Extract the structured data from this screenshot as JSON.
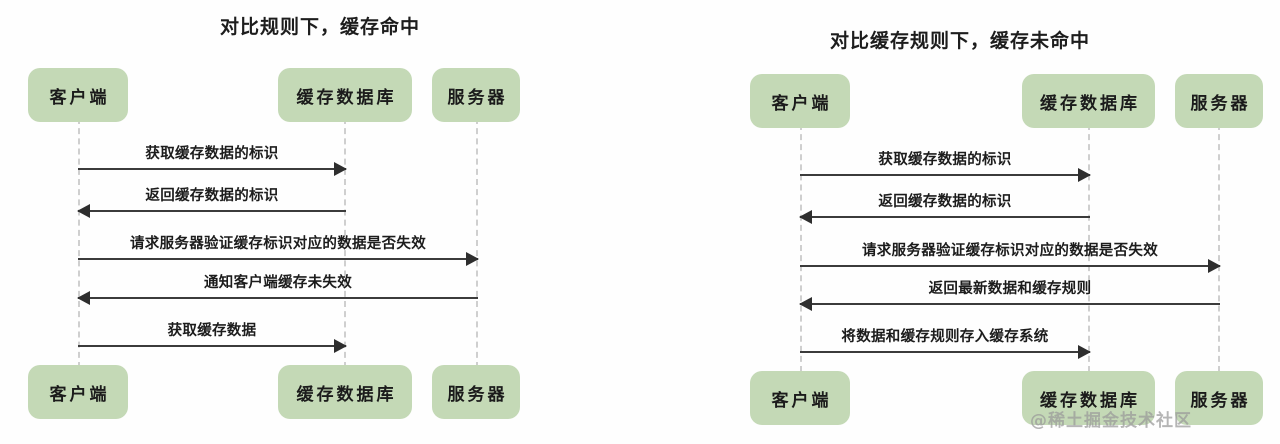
{
  "diagrams": [
    {
      "id": "cache-hit",
      "title": "对比规则下，缓存命中",
      "actors": [
        {
          "key": "client",
          "label": "客户端"
        },
        {
          "key": "cachedb",
          "label": "缓存数据库"
        },
        {
          "key": "server",
          "label": "服务器"
        }
      ],
      "messages": [
        {
          "label": "获取缓存数据的标识",
          "from": "client",
          "to": "cachedb",
          "direction": "to-right"
        },
        {
          "label": "返回缓存数据的标识",
          "from": "cachedb",
          "to": "client",
          "direction": "to-left"
        },
        {
          "label": "请求服务器验证缓存标识对应的数据是否失效",
          "from": "client",
          "to": "server",
          "direction": "to-right"
        },
        {
          "label": "通知客户端缓存未失效",
          "from": "server",
          "to": "client",
          "direction": "to-left"
        },
        {
          "label": "获取缓存数据",
          "from": "client",
          "to": "cachedb",
          "direction": "to-right"
        }
      ]
    },
    {
      "id": "cache-miss",
      "title": "对比缓存规则下，缓存未命中",
      "actors": [
        {
          "key": "client",
          "label": "客户端"
        },
        {
          "key": "cachedb",
          "label": "缓存数据库"
        },
        {
          "key": "server",
          "label": "服务器"
        }
      ],
      "messages": [
        {
          "label": "获取缓存数据的标识",
          "from": "client",
          "to": "cachedb",
          "direction": "to-right"
        },
        {
          "label": "返回缓存数据的标识",
          "from": "cachedb",
          "to": "client",
          "direction": "to-left"
        },
        {
          "label": "请求服务器验证缓存标识对应的数据是否失效",
          "from": "client",
          "to": "server",
          "direction": "to-right"
        },
        {
          "label": "返回最新数据和缓存规则",
          "from": "server",
          "to": "client",
          "direction": "to-left"
        },
        {
          "label": "将数据和缓存规则存入缓存系统",
          "from": "client",
          "to": "cachedb",
          "direction": "to-right"
        }
      ]
    }
  ],
  "watermark": {
    "text": "@稀土掘金技术社区"
  },
  "colors": {
    "actor_fill": "#c4d9b6",
    "arrow": "#2e2e2e",
    "lifeline": "#cfcfcf",
    "title_text": "#1d1d1d"
  }
}
